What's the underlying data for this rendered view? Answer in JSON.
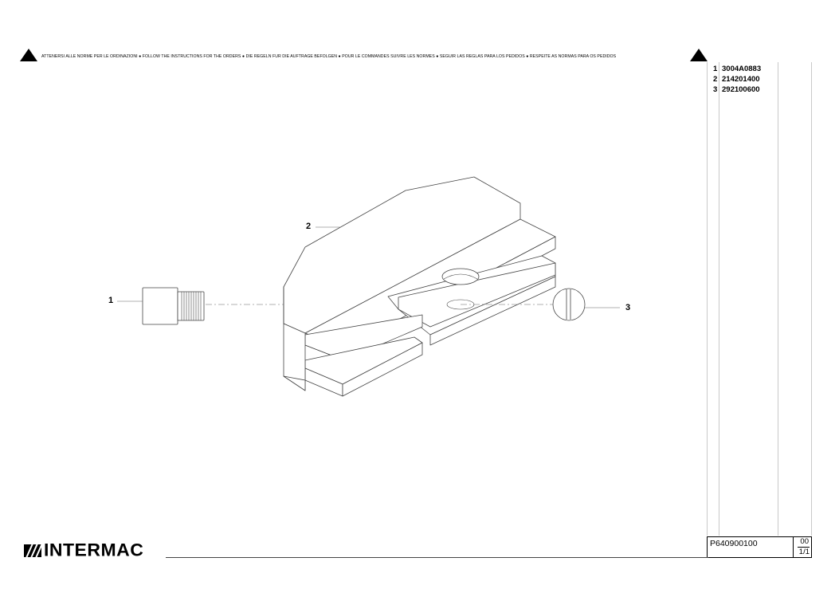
{
  "warning": {
    "text": "ATTENERSI ALLE NORME PER LE ORDINAZIONI ● FOLLOW THE INSTRUCTIONS FOR THE ORDERS ● DIE REGELN FUR DIE AUFTRAGE BEFOLGEN ● POUR LE COMMANDES SUIVRE LES NORMES ● SEGUIR LAS REGLAS PARA LOS PEDIDOS ● RESPEITE AS NORMAS PARA OS PEDIDOS"
  },
  "parts": [
    {
      "num": "1",
      "code": "3004A0883"
    },
    {
      "num": "2",
      "code": "214201400"
    },
    {
      "num": "3",
      "code": "292100600"
    }
  ],
  "callouts": {
    "c1": "1",
    "c2": "2",
    "c3": "3"
  },
  "title_block": {
    "doc_code": "P640900100",
    "revision": "00",
    "sheet": "1/1"
  },
  "logo": {
    "text": "INTERMAC"
  },
  "icons": {
    "warning": "warning-triangle-icon",
    "logo_mark": "intermac-stripes-icon"
  }
}
